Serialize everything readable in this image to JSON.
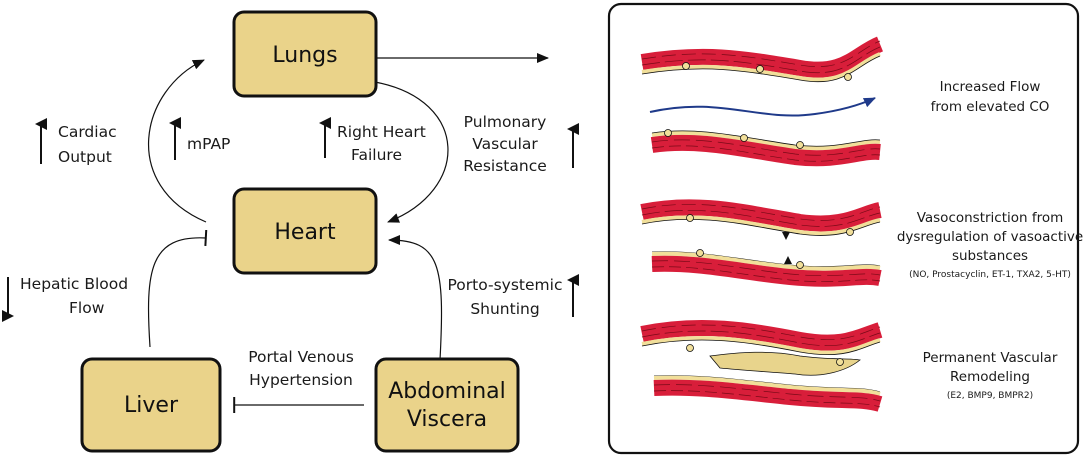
{
  "nodes": {
    "lungs": "Lungs",
    "heart": "Heart",
    "liver": "Liver",
    "viscera_line1": "Abdominal",
    "viscera_line2": "Viscera"
  },
  "labels": {
    "cardiac_output": [
      "Cardiac",
      "Output"
    ],
    "mpap": "mPAP",
    "right_heart_failure": [
      "Right Heart",
      "Failure"
    ],
    "pulmonary_vascular_resistance": [
      "Pulmonary",
      "Vascular",
      "Resistance"
    ],
    "hepatic_blood_flow": [
      "Hepatic Blood",
      "Flow"
    ],
    "porto_systemic_shunting": [
      "Porto-systemic",
      "Shunting"
    ],
    "portal_venous_hypertension": [
      "Portal Venous",
      "Hypertension"
    ]
  },
  "mechanisms": {
    "increased_flow": [
      "Increased Flow",
      "from elevated CO"
    ],
    "vasoconstriction": [
      "Vasoconstriction from",
      "dysregulation of vasoactive",
      "substances"
    ],
    "vasoconstriction_detail": "(NO, Prostacyclin, ET-1, TXA2, 5-HT)",
    "remodeling": [
      "Permanent Vascular",
      "Remodeling"
    ],
    "remodeling_detail": "(E2, BMP9, BMPR2)"
  },
  "colors": {
    "node_fill": "#ead38a",
    "vessel_wall": "#d81e3a",
    "endothelium": "#f1df9a",
    "flow_arrow": "#1f3a8a"
  }
}
